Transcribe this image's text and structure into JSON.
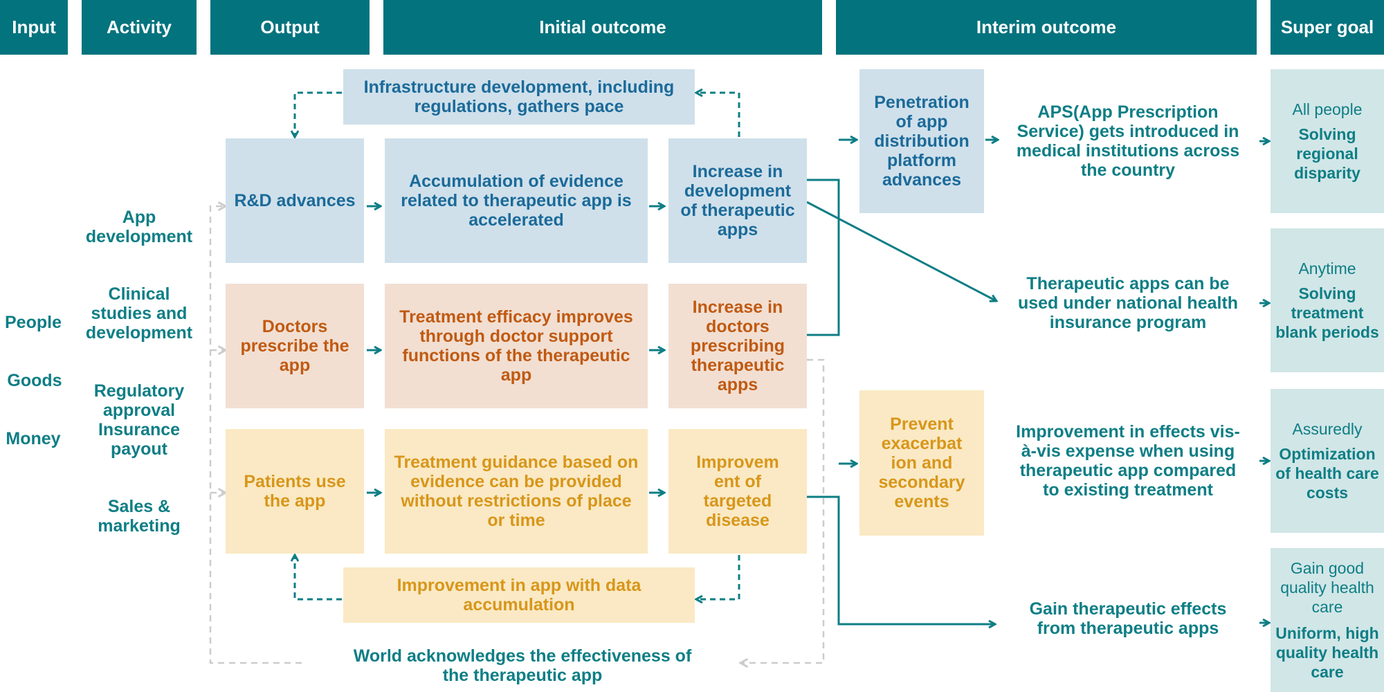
{
  "headers": {
    "input": "Input",
    "activity": "Activity",
    "output": "Output",
    "initial": "Initial outcome",
    "interim": "Interim outcome",
    "super": "Super goal"
  },
  "inputs": [
    "People",
    "Goods",
    "Money"
  ],
  "activities": [
    "App development",
    "Clinical studies and development",
    "Regulatory approval Insurance payout",
    "Sales & marketing"
  ],
  "rows": {
    "infra": "Infrastructure development, including regulations, gathers pace",
    "rd": "R&D advances",
    "evidence": "Accumulation of evidence related to therapeutic app is accelerated",
    "dev": "Increase in development of therapeutic apps",
    "doctors": "Doctors prescribe the app",
    "efficacy": "Treatment efficacy improves through doctor support functions of the therapeutic app",
    "prescribing": "Increase in doctors prescribing therapeutic apps",
    "patients": "Patients use the app",
    "guidance": "Treatment guidance based on evidence can be provided without restrictions of place or time",
    "improvement_disease": "Improvem ent of targeted disease",
    "data_accum": "Improvement in app with data accumulation",
    "world": "World acknowledges the effectiveness of the therapeutic app"
  },
  "interim": {
    "penetration": "Penetration of app distribution platform advances",
    "aps": "APS(App Prescription Service) gets introduced in medical institutions across the country",
    "insurance": "Therapeutic apps can be used under national health insurance program",
    "prevent": "Prevent exacerbat ion and secondary events",
    "effects_vs": "Improvement in effects vis-à-vis expense when using therapeutic app compared to existing treatment",
    "gain": "Gain therapeutic effects from therapeutic apps"
  },
  "goals": [
    {
      "sub": "All people",
      "main": "Solving regional disparity"
    },
    {
      "sub": "Anytime",
      "main": "Solving treatment blank periods"
    },
    {
      "sub": "Assuredly",
      "main": "Optimization of health care costs"
    },
    {
      "sub": "Gain good quality health care",
      "main": "Uniform, high quality health care"
    }
  ],
  "colors": {
    "header": "#03737e",
    "blue_box": "#cfe0eb",
    "orange_box": "#f2dfd2",
    "yellow_box": "#fae9c4",
    "goal_box": "#d1e6e7",
    "teal_text": "#0e7e85"
  }
}
